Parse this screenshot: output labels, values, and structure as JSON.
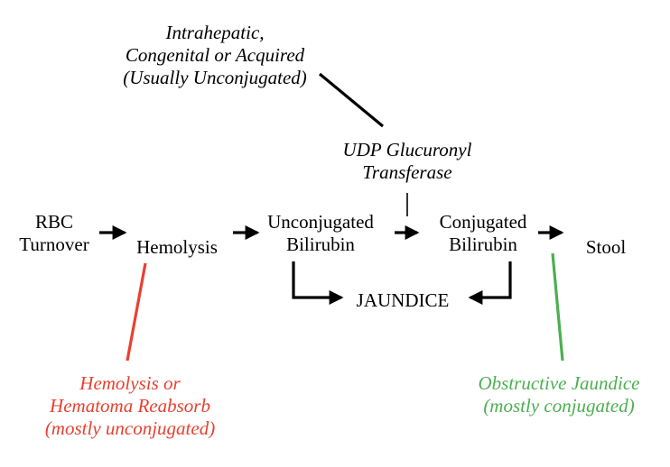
{
  "nodes": {
    "rbc_turnover": [
      "RBC",
      "Turnover"
    ],
    "hemolysis": "Hemolysis",
    "unconjugated_bilirubin": [
      "Unconjugated",
      "Bilirubin"
    ],
    "conjugated_bilirubin": [
      "Conjugated",
      "Bilirubin"
    ],
    "stool": "Stool",
    "jaundice": "JAUNDICE"
  },
  "enzyme": [
    "UDP Glucuronyl",
    "Transferase"
  ],
  "annotations": {
    "intrahepatic": {
      "lines": [
        "Intrahepatic,",
        "Congenital or Acquired",
        "(Usually Unconjugated)"
      ],
      "color": "#000000"
    },
    "hemolysis_cause": {
      "lines": [
        "Hemolysis or",
        "Hematoma Reabsorb",
        "(mostly unconjugated)"
      ],
      "color": "#e8402f"
    },
    "obstructive": {
      "lines": [
        "Obstructive Jaundice",
        "(mostly conjugated)"
      ],
      "color": "#4caf50"
    }
  },
  "colors": {
    "arrow": "#000000",
    "text": "#000000"
  }
}
